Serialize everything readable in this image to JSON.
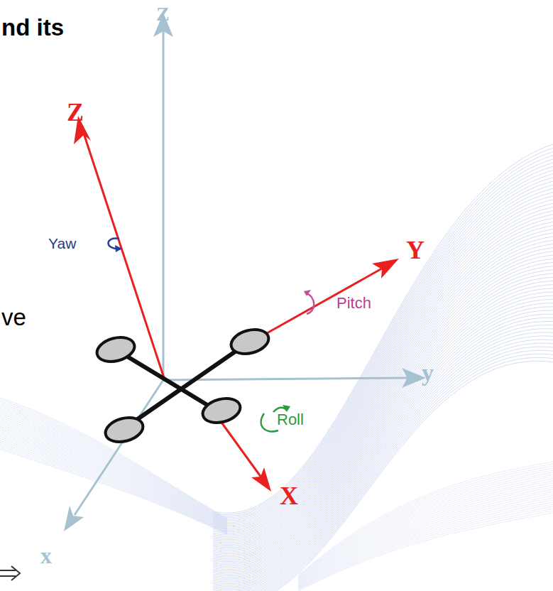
{
  "diagram": {
    "labels": [
      "nd its",
      "Z",
      "Z",
      "Yaw",
      "Y",
      "Pitch",
      "ve",
      "y",
      "Roll",
      "X",
      "x"
    ]
  }
}
